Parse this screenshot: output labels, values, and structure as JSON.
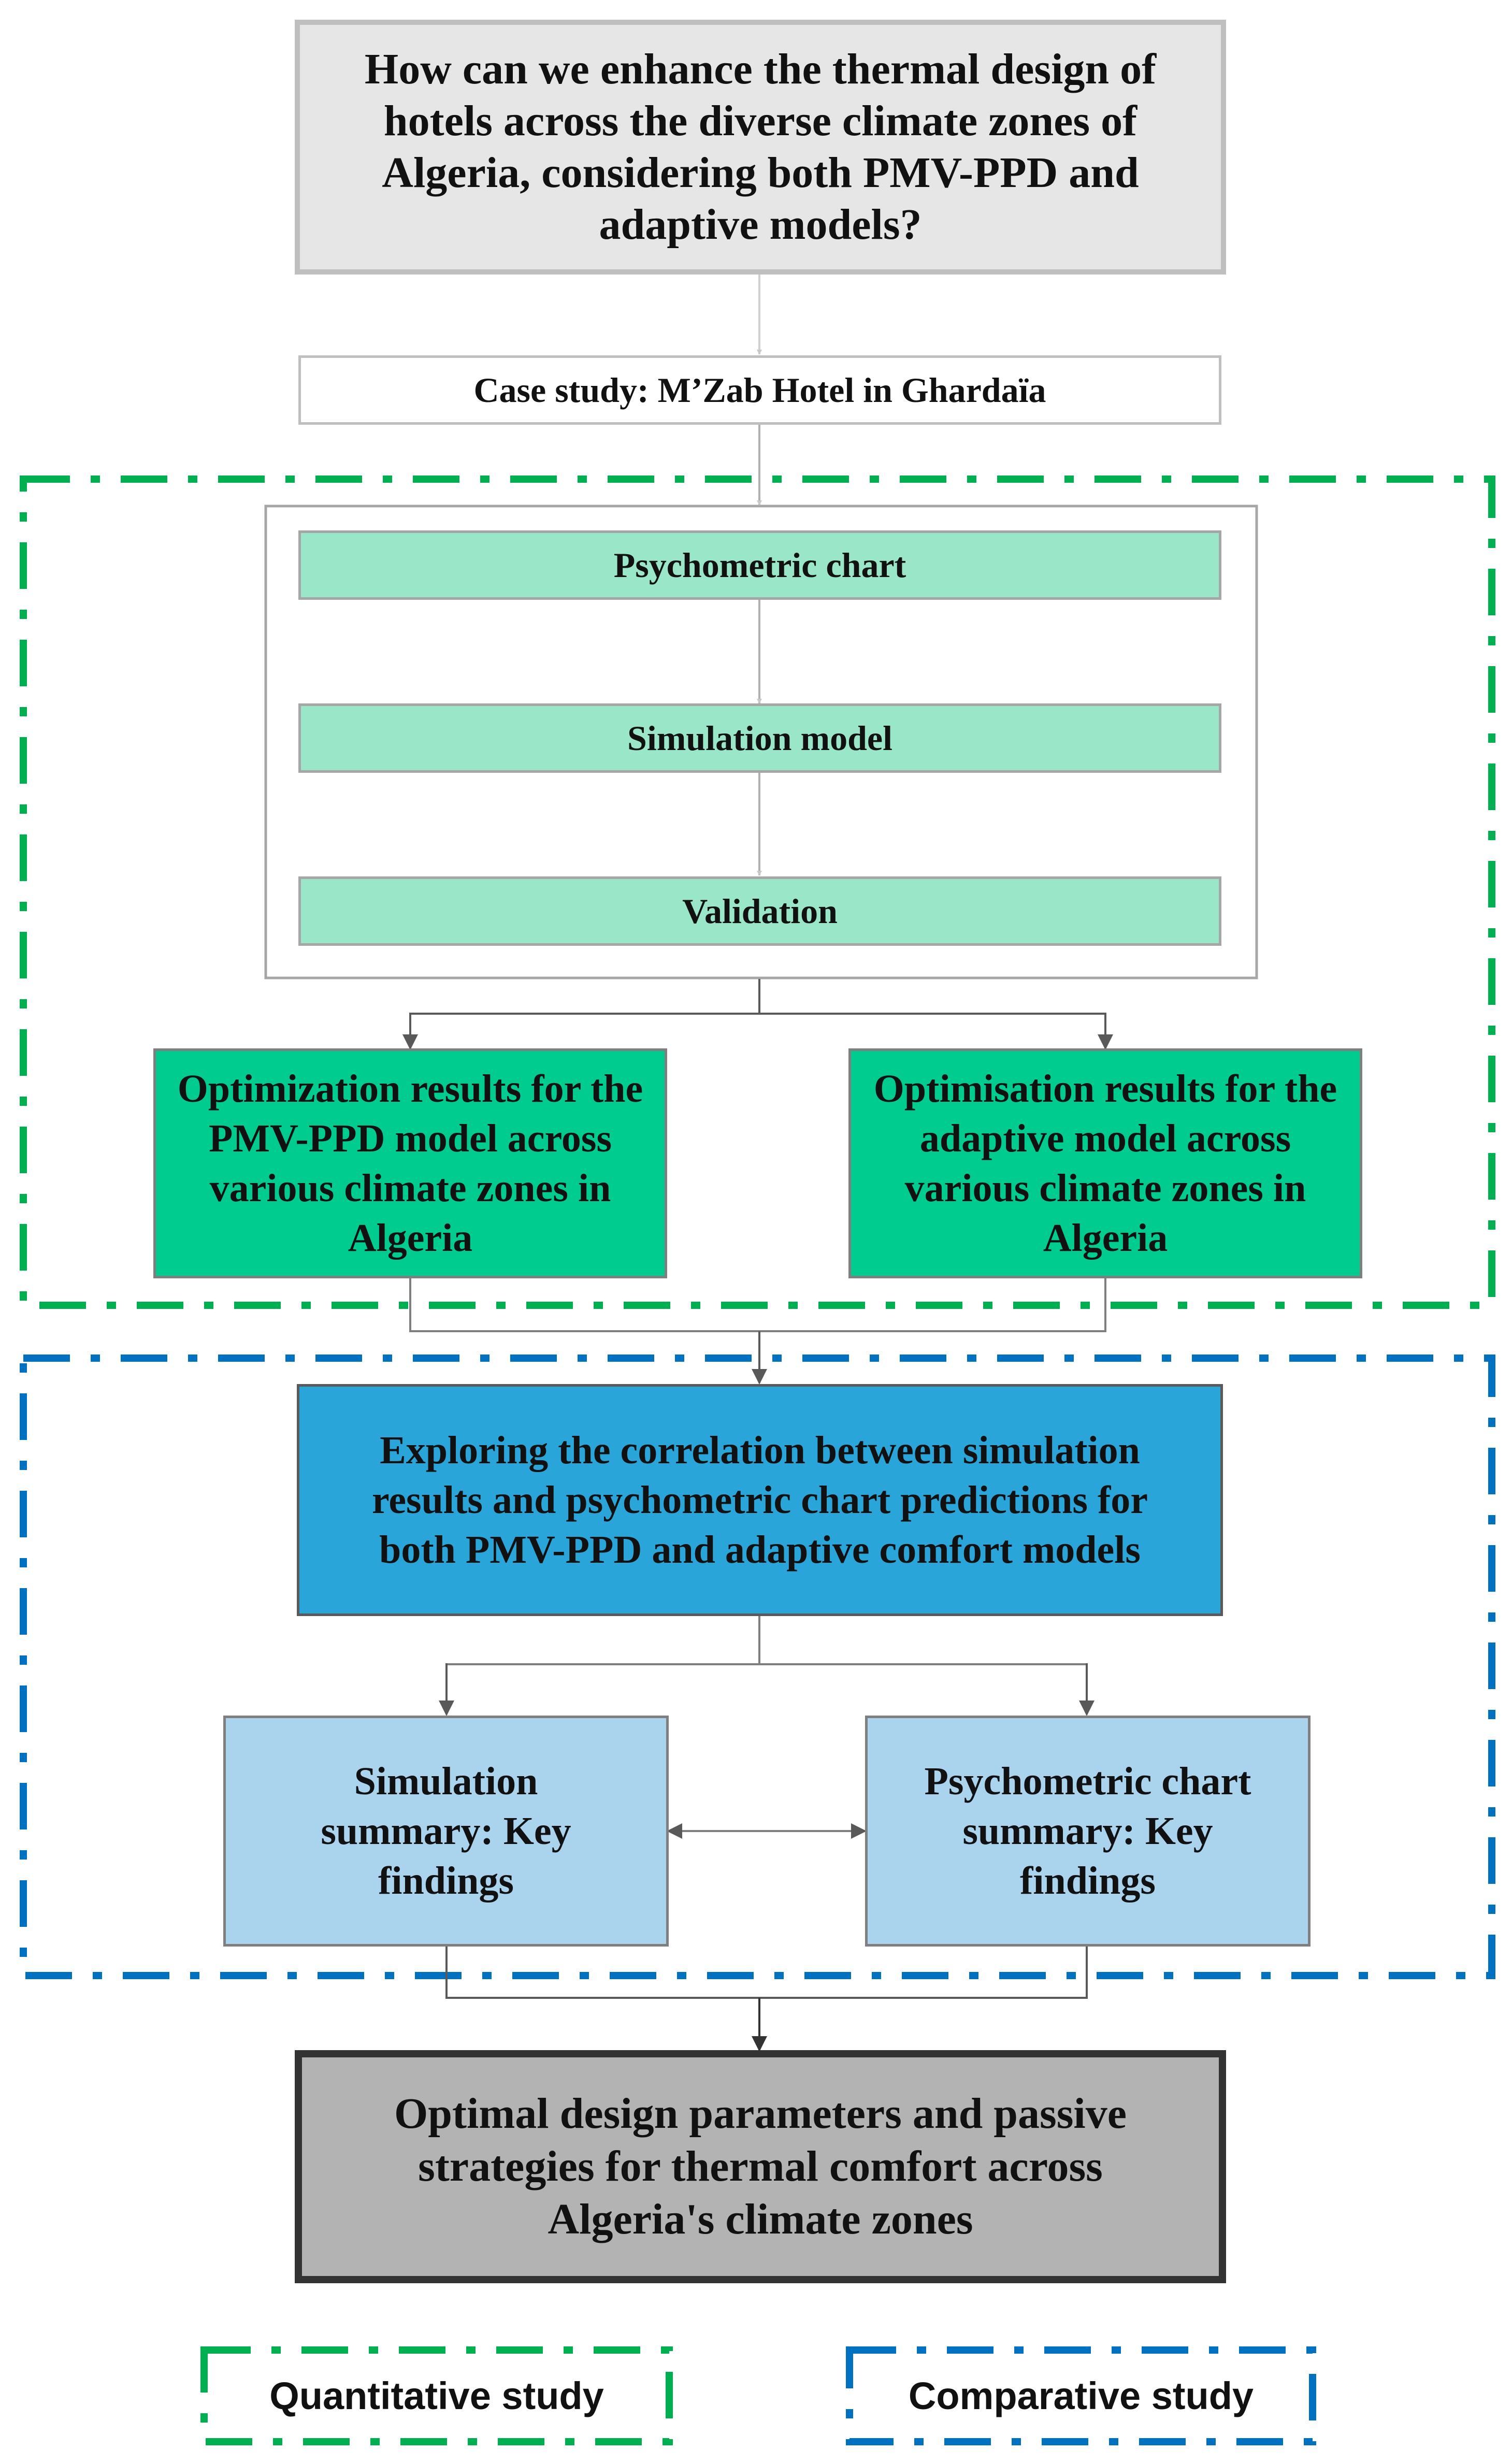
{
  "nodes": {
    "question": "How can we enhance the thermal design of hotels across the diverse climate zones of Algeria, considering both PMV-PPD and adaptive models?",
    "case_study": "Case study: M’Zab Hotel in Ghardaïa",
    "psychometric_chart": "Psychometric chart",
    "simulation_model": "Simulation model",
    "validation": "Validation",
    "pmv_results": "Optimization results for the PMV-PPD model across various climate zones in Algeria",
    "adaptive_results": "Optimisation results for the adaptive model across various climate zones in Algeria",
    "correlation": "Exploring the correlation between simulation results and psychometric chart predictions for both PMV-PPD and adaptive comfort models",
    "simulation_summary": "Simulation summary: Key findings",
    "psychometric_summary": "Psychometric chart summary: Key findings",
    "optimal_design": "Optimal design parameters and passive strategies for thermal comfort across Algeria's climate zones"
  },
  "legend": {
    "quantitative": "Quantitative study",
    "comparative": "Comparative study"
  },
  "colors": {
    "question_fill": "#e6e6e6",
    "question_border": "#bfbfbf",
    "mint_fill": "#99e6c8",
    "green_fill": "#00cc8f",
    "blue_fill": "#2aa5da",
    "light_blue_fill": "#aad3ee",
    "final_fill": "#b3b3b3",
    "final_border": "#333333",
    "quantitative_dash": "#00b050",
    "comparative_dash": "#0070c0"
  }
}
